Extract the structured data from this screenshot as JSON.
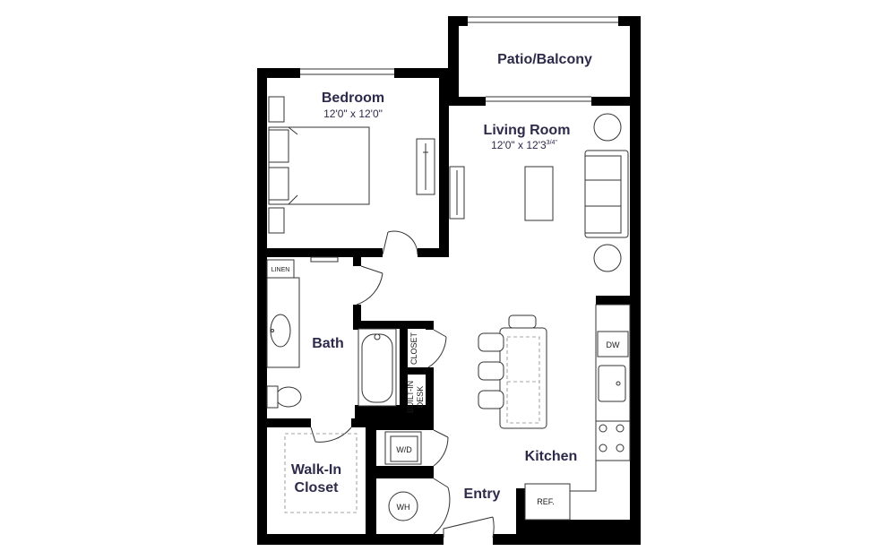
{
  "rooms": {
    "patio": {
      "label": "Patio/Balcony"
    },
    "bedroom": {
      "label": "Bedroom",
      "dimensions": "12'0\" x 12'0\""
    },
    "living": {
      "label": "Living Room",
      "dimensions": "12'0\" x 12'3",
      "dimensions_sup": "3/4\""
    },
    "bath": {
      "label": "Bath"
    },
    "walkin": {
      "label_line1": "Walk-In",
      "label_line2": "Closet"
    },
    "kitchen": {
      "label": "Kitchen"
    },
    "entry": {
      "label": "Entry"
    }
  },
  "fixtures": {
    "linen": "LINEN",
    "closet": "CLOSET",
    "builtin_desk_line1": "BUILT-IN",
    "builtin_desk_line2": "DESK",
    "dw": "DW",
    "wd": "W/D",
    "wh": "WH",
    "ref": "REF."
  }
}
